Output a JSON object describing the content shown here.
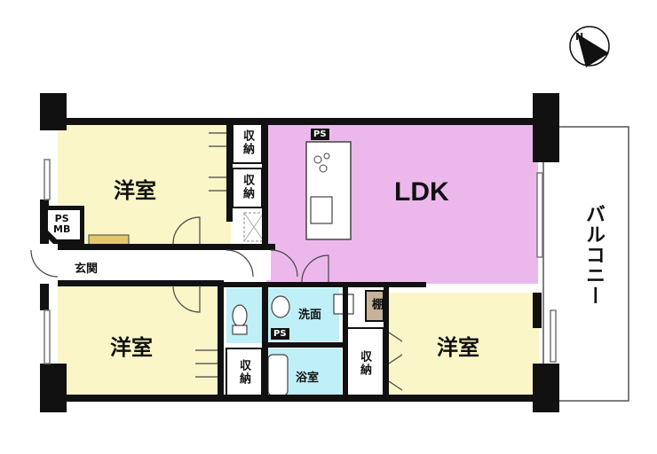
{
  "colors": {
    "western_room": "#faf6c8",
    "ldk": "#ecb8ec",
    "wet_area": "#bff0f7",
    "hallway": "#ffffff",
    "closet": "#ffffff",
    "wall": "#111111",
    "shelf_fill": "#c6b49a"
  },
  "rooms": {
    "western_room_1": "洋室",
    "western_room_2": "洋室",
    "western_room_3": "洋室",
    "ldk": "LDK",
    "entrance": "玄関",
    "washroom": "洗面",
    "bathroom": "浴室",
    "shelf": "棚",
    "balcony": "バルコニー"
  },
  "closets": {
    "closet_1": "収納",
    "closet_2": "収納",
    "closet_3": "収納",
    "closet_4": "収納"
  },
  "shafts": {
    "ps_mb": "PS\nMB",
    "ps_kitchen": "PS",
    "ps_toilet": "PS"
  },
  "icons": {
    "compass": "compass-north-icon",
    "compass_letter": "N"
  }
}
